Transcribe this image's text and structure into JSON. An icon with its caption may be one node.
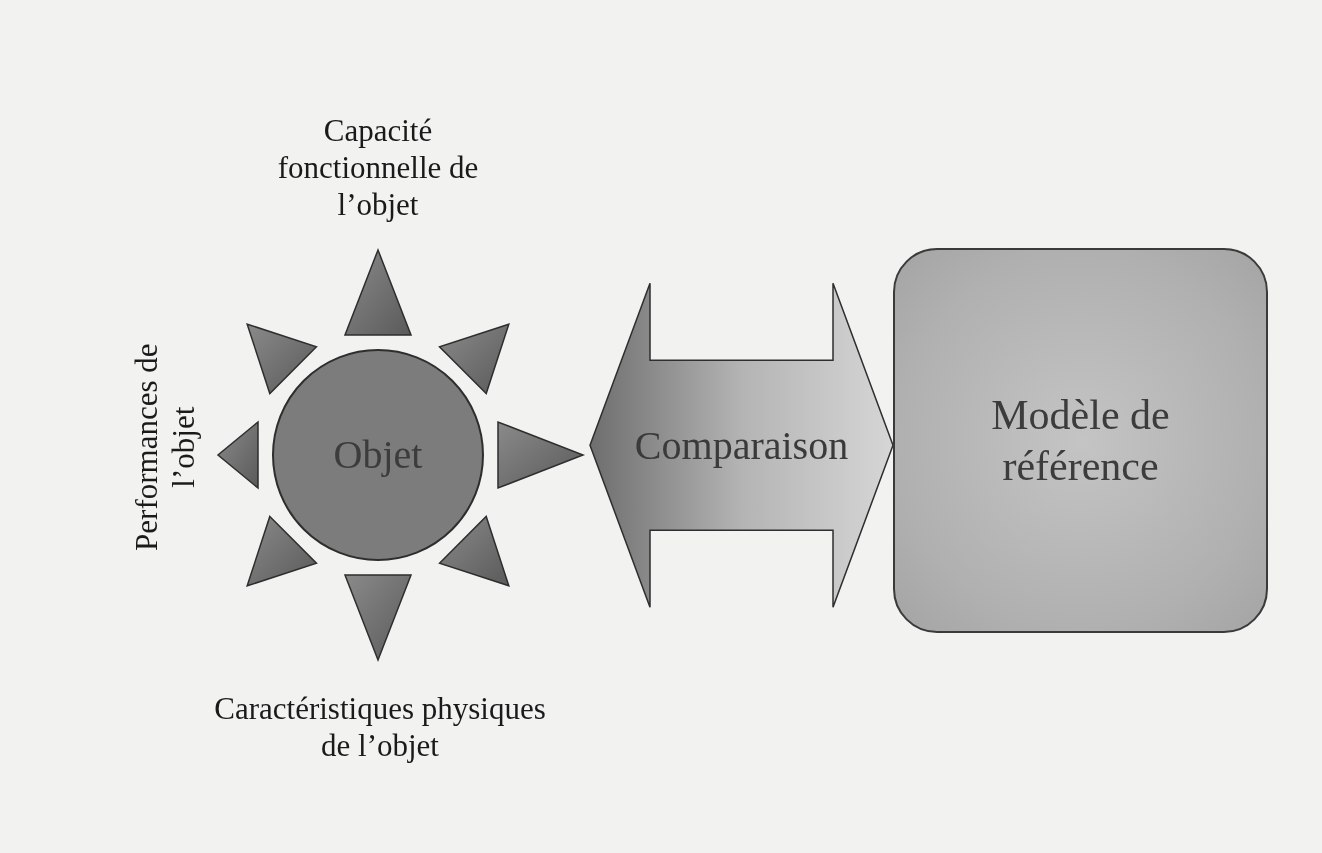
{
  "diagram": {
    "nodes": [
      {
        "text": [
          "Objet"
        ]
      },
      {
        "text": [
          "Modèle de référence"
        ]
      }
    ],
    "edges": [
      {
        "from": 0,
        "to": 1,
        "arrow": "both",
        "label": "Comparaison",
        "style": "thick"
      }
    ],
    "labels": [
      "Capacité fonctionnelle de l’objet",
      "Performances de l’objet",
      "Caractéristiques physiques de l’objet"
    ]
  }
}
